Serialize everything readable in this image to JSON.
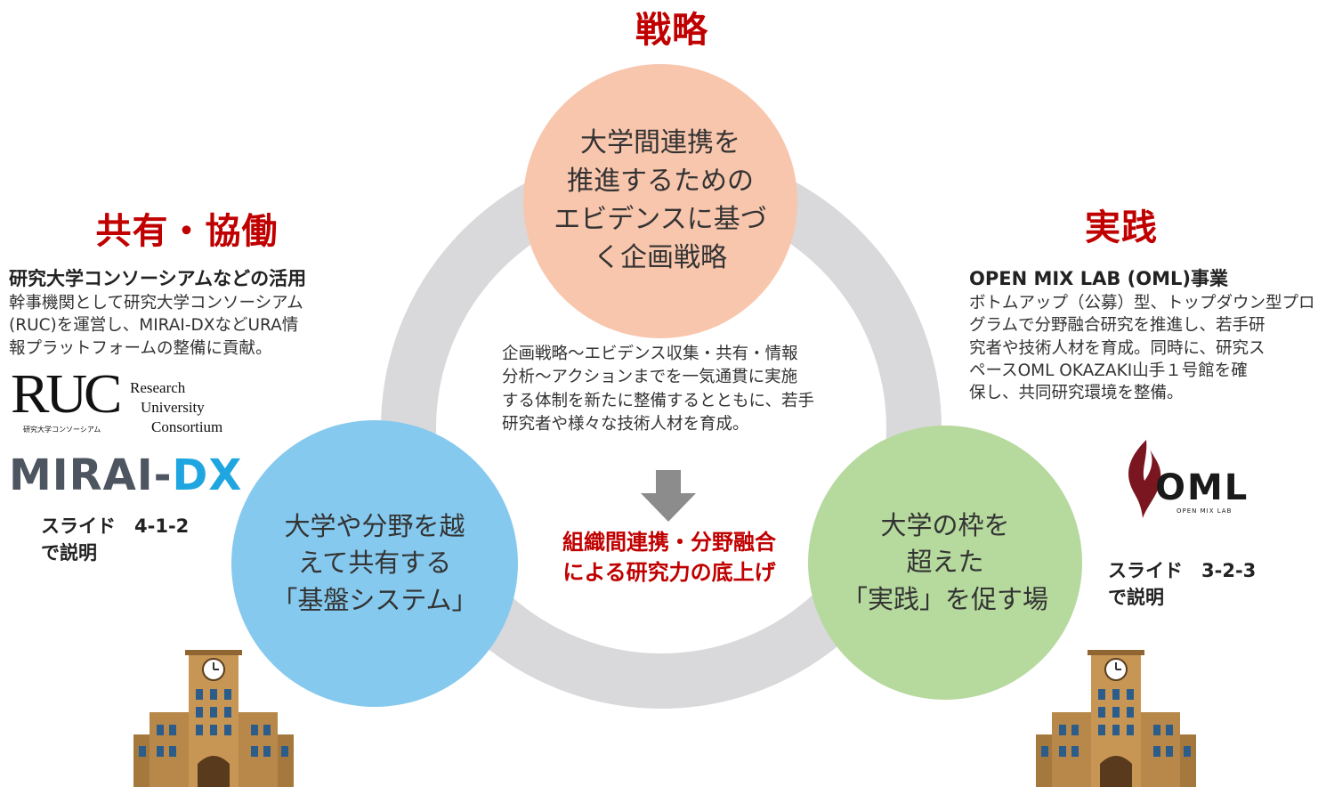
{
  "colors": {
    "heading_red": "#c00000",
    "ring_gray": "#d9d9db",
    "strategy_circle": "#f8c6ad",
    "system_circle": "#86c9ee",
    "practice_circle": "#b6d99d",
    "arrow_gray": "#8c8c8c",
    "oml_logo": "#7a1620",
    "mirai_dx_blue": "#1fa6e0",
    "mirai_dx_dark": "#4d5560"
  },
  "strategy": {
    "heading": "戦略",
    "circle_text": "大学間連携を\n推進するための\nエビデンスに基づ\nく企画戦略"
  },
  "sharing": {
    "heading": "共有・協働",
    "subtitle": "研究大学コンソーシアムなどの活用",
    "description": "幹事機関として研究大学コンソーシアム\n(RUC)を運営し、MIRAI-DXなどURA情\n報プラットフォームの整備に貢献。",
    "circle_text": "大学や分野を越\nえて共有する\n「基盤システム」",
    "slide_ref": "スライド　4-1-2\nで説明",
    "ruc_logo": {
      "mark": "RUC",
      "mark_sub": "研究大学コンソーシアム",
      "line1": "Research",
      "line2": "University",
      "line3": "Consortium"
    },
    "mirai_logo": {
      "part1": "MIRAI-",
      "part2": "DX"
    }
  },
  "practice": {
    "heading": "実践",
    "subtitle": "OPEN MIX LAB (OML)事業",
    "description": "ボトムアップ（公募）型、トップダウン型プロ\nグラムで分野融合研究を推進し、若手研\n究者や技術人材を育成。同時に、研究ス\nペースOML OKAZAKI山手１号館を確\n保し、共同研究環境を整備。",
    "circle_text": "大学の枠を\n超えた\n「実践」を促す場",
    "slide_ref": "スライド　3-2-3\nで説明",
    "oml_logo": {
      "mark": "OML",
      "tagline": "OPEN MIX LAB"
    }
  },
  "center": {
    "description": "企画戦略～エビデンス収集・共有・情報\n分析～アクションまでを一気通貫に実施\nする体制を新たに整備するとともに、若手\n研究者や様々な技術人材を育成。",
    "emphasis": "組織間連携・分野融合\nによる研究力の底上げ"
  },
  "icons": {
    "arrow": "down-arrow-icon",
    "building": "university-building-icon",
    "flame": "flame-logo-icon"
  }
}
